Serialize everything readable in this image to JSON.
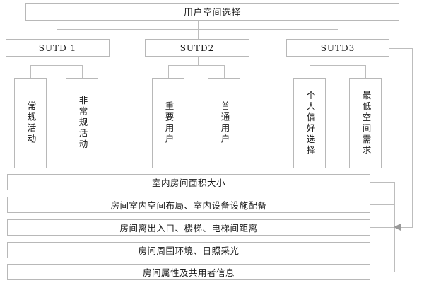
{
  "diagram": {
    "title_box": {
      "label": "用户空间选择"
    },
    "level2": [
      {
        "id": "sutd1",
        "label": "SUTD 1"
      },
      {
        "id": "sutd2",
        "label": "SUTD2"
      },
      {
        "id": "sutd3",
        "label": "SUTD3"
      }
    ],
    "level3": [
      {
        "id": "v1",
        "label": "常规活动",
        "parent": "sutd1"
      },
      {
        "id": "v2",
        "label": "非常规活动",
        "parent": "sutd1"
      },
      {
        "id": "v3",
        "label": "重要用户",
        "parent": "sutd2"
      },
      {
        "id": "v4",
        "label": "普通用户",
        "parent": "sutd2"
      },
      {
        "id": "v5",
        "label": "个人偏好选择",
        "parent": "sutd3"
      },
      {
        "id": "v6",
        "label": "最低空间需求",
        "parent": "sutd3"
      }
    ],
    "attributes": [
      {
        "id": "bar0",
        "label": "室内房间面积大小"
      },
      {
        "id": "bar1",
        "label": "房间室内空间布局、室内设备设施配备"
      },
      {
        "id": "bar2",
        "label": "房间离出入口、楼梯、电梯间距离"
      },
      {
        "id": "bar3",
        "label": "房间周围环境、日照采光"
      },
      {
        "id": "bar4",
        "label": "房间属性及共用者信息"
      }
    ],
    "colors": {
      "box_border": "#b8b8b8",
      "connector": "#bdbdbd",
      "arrow": "#9a9a9a",
      "background": "#ffffff",
      "text": "#1a1a1a"
    }
  }
}
